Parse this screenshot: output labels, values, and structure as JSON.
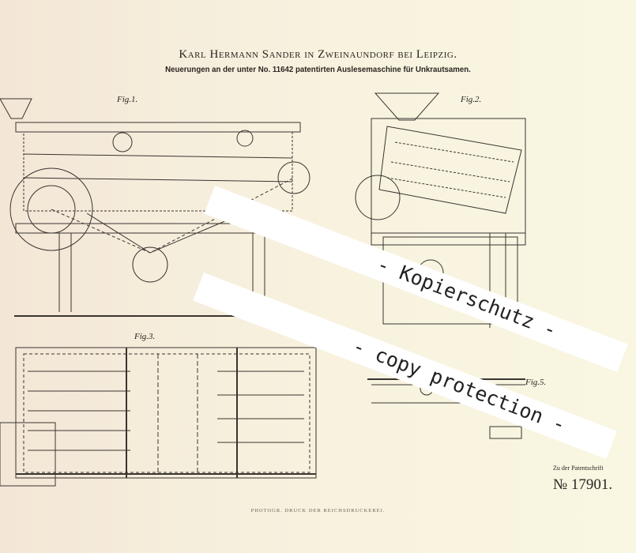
{
  "header": {
    "title": "Karl Hermann Sander in Zweinaundorf bei Leipzig.",
    "subtitle": "Neuerungen an der unter No. 11642 patentirten Auslesemaschine für Unkrautsamen."
  },
  "figures": [
    "Fig.1.",
    "Fig.2.",
    "Fig.3.",
    "Fig.5."
  ],
  "footer": {
    "note": "Zu der Patentschrift",
    "patent_number": "№ 17901.",
    "printer": "PHOTOGR. DRUCK DER REICHSDRUCKEREI."
  },
  "watermark": {
    "line1": "- Kopierschutz -",
    "line2": "- copy protection -"
  }
}
